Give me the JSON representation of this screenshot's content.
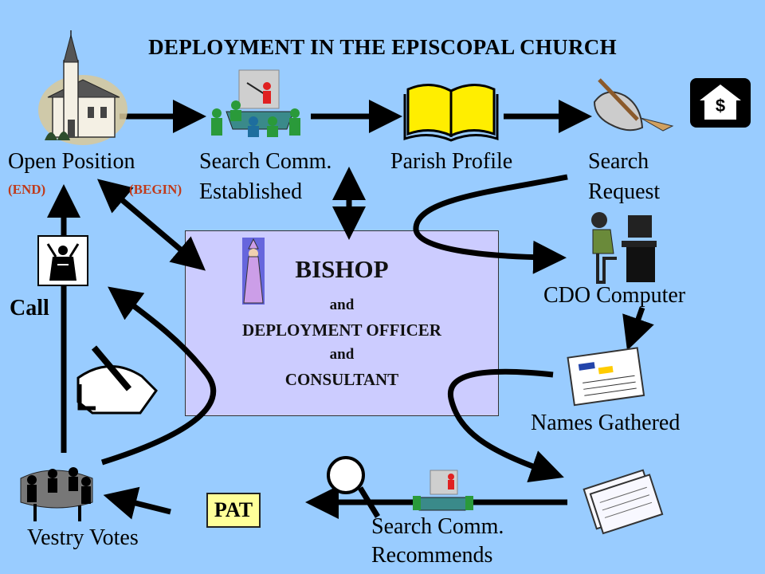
{
  "title": "DEPLOYMENT IN THE EPISCOPAL CHURCH",
  "nodes": {
    "open_position": "Open Position",
    "end_tag": "(END)",
    "begin_tag": "(BEGIN)",
    "search_comm_established_1": "Search Comm.",
    "search_comm_established_2": "Established",
    "parish_profile": "Parish Profile",
    "search_request_1": "Search",
    "search_request_2": "Request",
    "cdo_computer": "CDO Computer",
    "names_gathered": "Names Gathered",
    "search_comm_recommends_1": "Search Comm.",
    "search_comm_recommends_2": "Recommends",
    "pat": "PAT",
    "vestry_votes": "Vestry Votes",
    "call": "Call"
  },
  "center": {
    "line1": "BISHOP",
    "line2": "and",
    "line3": "DEPLOYMENT OFFICER",
    "line4": "and",
    "line5": "CONSULTANT"
  },
  "icons": {
    "dollar_sign": "$"
  },
  "colors": {
    "background": "#99ccff",
    "center_box": "#ccccff",
    "tag_red": "#c03a1a",
    "pat_fill": "#ffff99"
  }
}
